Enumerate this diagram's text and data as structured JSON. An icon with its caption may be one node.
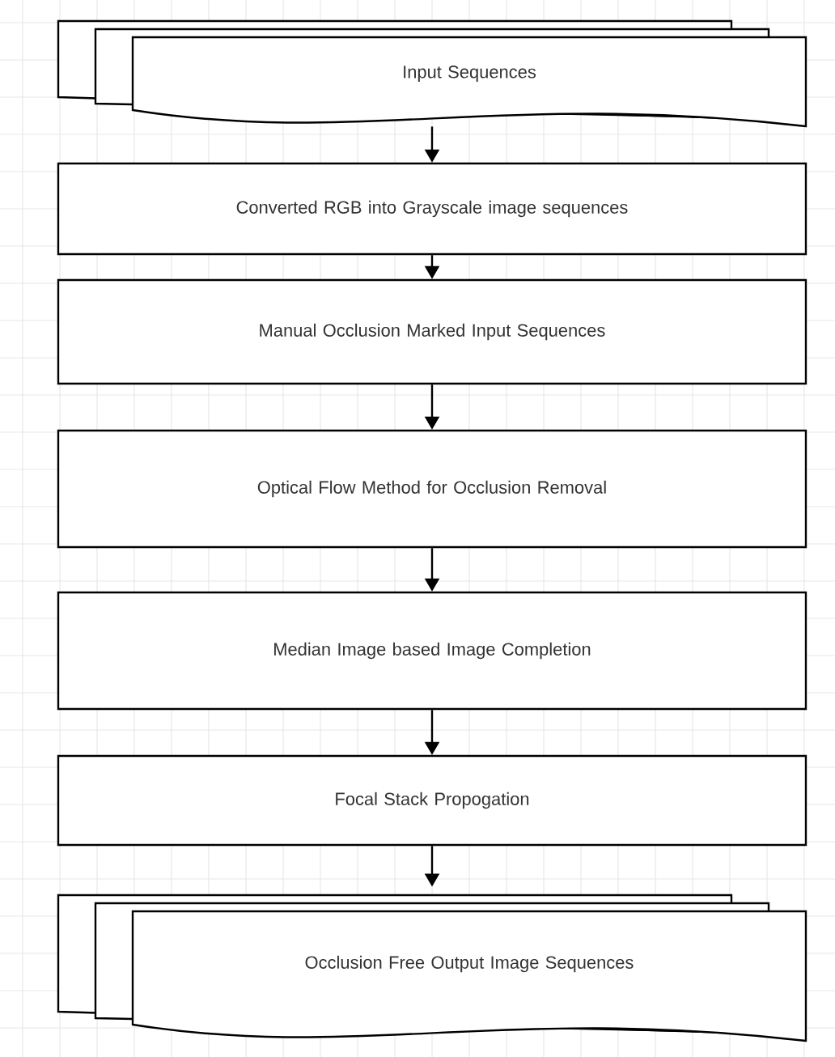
{
  "diagram": {
    "nodes": [
      {
        "text": [
          "Input Sequences"
        ]
      },
      {
        "text": [
          "Converted RGB into Grayscale image sequences"
        ]
      },
      {
        "text": [
          "Manual Occlusion Marked Input Sequences"
        ]
      },
      {
        "text": [
          "Optical Flow Method for Occlusion Removal"
        ]
      },
      {
        "text": [
          "Median Image based Image Completion"
        ]
      },
      {
        "text": [
          "Focal Stack Propogation"
        ]
      },
      {
        "text": [
          "Occlusion Free Output Image Sequences"
        ]
      }
    ],
    "edges": [
      {
        "from": 0,
        "to": 1,
        "arrow": "to"
      },
      {
        "from": 1,
        "to": 2,
        "arrow": "to"
      },
      {
        "from": 2,
        "to": 3,
        "arrow": "to"
      },
      {
        "from": 3,
        "to": 4,
        "arrow": "to"
      },
      {
        "from": 4,
        "to": 5,
        "arrow": "to"
      },
      {
        "from": 5,
        "to": 6,
        "arrow": "to"
      }
    ]
  }
}
